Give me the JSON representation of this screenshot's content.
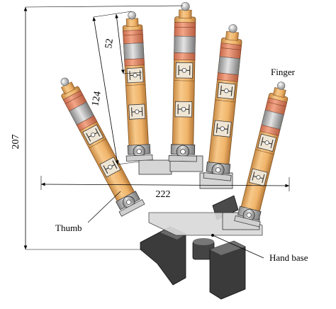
{
  "dimensions": {
    "overall_height": "207",
    "thumb_to_tip": "124",
    "tip_segment": "52",
    "hand_width": "222"
  },
  "labels": {
    "finger": "Finger",
    "thumb": "Thumb",
    "hand_base": "Hand base"
  },
  "colors": {
    "finger_body": "#f0b46a",
    "finger_shade": "#c98a44",
    "band_salmon": "#e58a6a",
    "band_gray": "#b9b9b9",
    "joint_metal": "#d8d8d8",
    "base_dark": "#3b3b3b",
    "line": "#000000"
  }
}
